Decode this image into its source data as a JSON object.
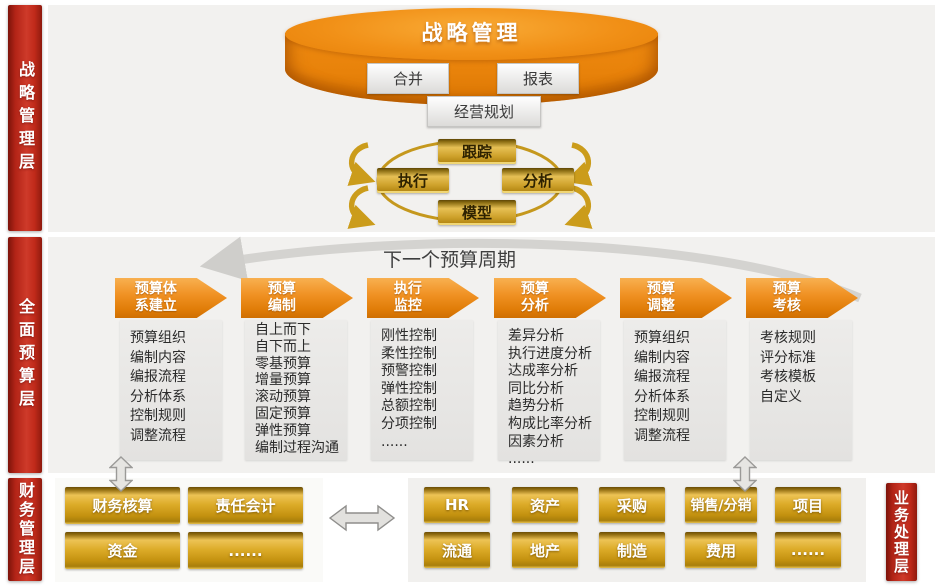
{
  "colors": {
    "accent_orange": "#ec8710",
    "gold": "#d9a724",
    "layer_red": "#c22a1c",
    "panel_grey": "#f2f1ef"
  },
  "layer_labels": {
    "strategic": "战略管理层",
    "budget": "全面预算层",
    "finance": "财务管理层",
    "business": "业务处理层"
  },
  "cylinder": {
    "title": "战略管理",
    "box_merge": "合并",
    "box_report": "报表",
    "box_planning": "经营规划"
  },
  "cycle": {
    "top": "跟踪",
    "left": "执行",
    "right": "分析",
    "bottom": "模型"
  },
  "next_cycle_label": "下一个预算周期",
  "columns": [
    {
      "header_line1": "预算体",
      "header_line2": "系建立",
      "items": [
        "预算组织",
        "编制内容",
        "编报流程",
        "分析体系",
        "控制规则",
        "调整流程"
      ]
    },
    {
      "header_line1": "预算",
      "header_line2": "编制",
      "items": [
        "自上而下",
        "自下而上",
        "零基预算",
        "增量预算",
        "滚动预算",
        "固定预算",
        "弹性预算",
        "编制过程沟通"
      ]
    },
    {
      "header_line1": "执行",
      "header_line2": "监控",
      "items": [
        "刚性控制",
        "柔性控制",
        "预警控制",
        "弹性控制",
        "总额控制",
        "分项控制",
        "......"
      ]
    },
    {
      "header_line1": "预算",
      "header_line2": "分析",
      "items": [
        "差异分析",
        "执行进度分析",
        "达成率分析",
        "同比分析",
        "趋势分析",
        "构成比率分析",
        "因素分析",
        "......"
      ]
    },
    {
      "header_line1": "预算",
      "header_line2": "调整",
      "items": [
        "预算组织",
        "编制内容",
        "编报流程",
        "分析体系",
        "控制规则",
        "调整流程"
      ]
    },
    {
      "header_line1": "预算",
      "header_line2": "考核",
      "items": [
        "考核规则",
        "评分标准",
        "考核模板",
        "自定义"
      ]
    }
  ],
  "finance_modules": [
    "财务核算",
    "责任会计",
    "资金",
    "......"
  ],
  "business_modules_row1": [
    "HR",
    "资产",
    "采购",
    "销售/分销",
    "项目"
  ],
  "business_modules_row2": [
    "流通",
    "地产",
    "制造",
    "费用",
    "......"
  ]
}
